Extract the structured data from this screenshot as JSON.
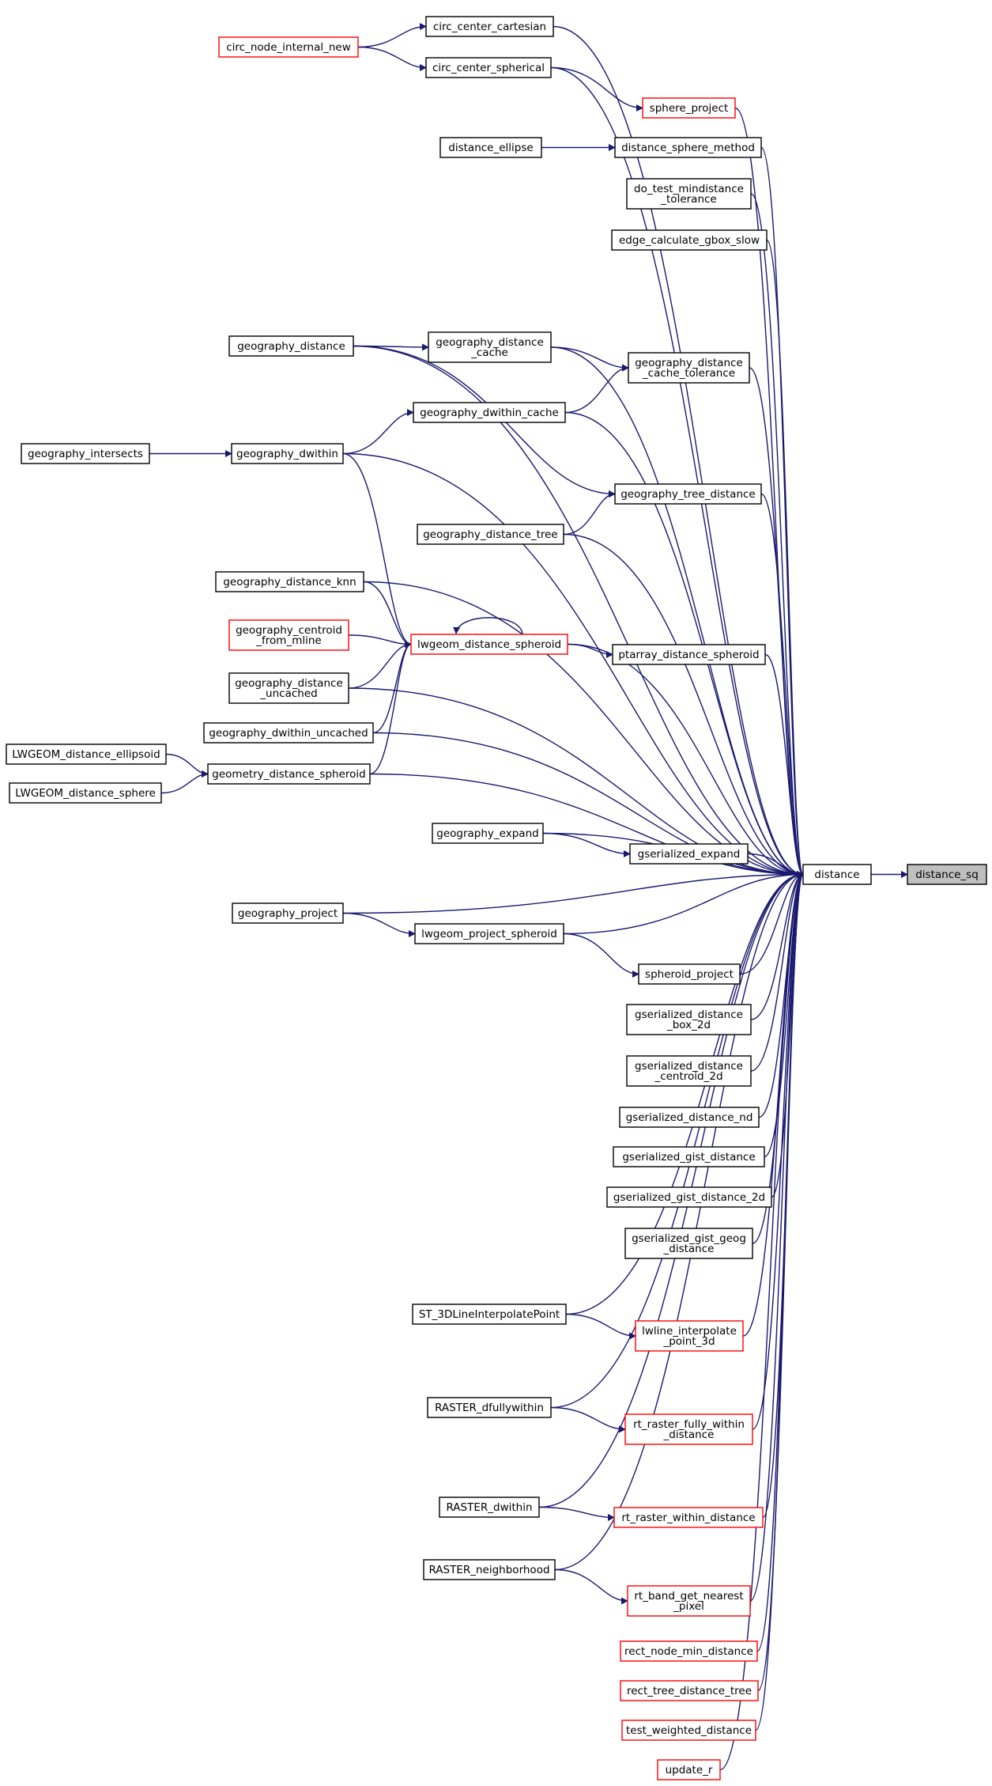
{
  "nodes": [
    {
      "id": "distance_sq",
      "lines": [
        "distance_sq"
      ],
      "style": "focus"
    },
    {
      "id": "distance",
      "lines": [
        "distance"
      ],
      "style": "normal"
    },
    {
      "id": "circ_center_cartesian",
      "lines": [
        "circ_center_cartesian"
      ],
      "style": "normal"
    },
    {
      "id": "circ_node_internal_new",
      "lines": [
        "circ_node_internal_new"
      ],
      "style": "red"
    },
    {
      "id": "circ_center_spherical",
      "lines": [
        "circ_center_spherical"
      ],
      "style": "normal"
    },
    {
      "id": "sphere_project",
      "lines": [
        "sphere_project"
      ],
      "style": "red"
    },
    {
      "id": "distance_ellipse",
      "lines": [
        "distance_ellipse"
      ],
      "style": "normal"
    },
    {
      "id": "distance_sphere_method",
      "lines": [
        "distance_sphere_method"
      ],
      "style": "normal"
    },
    {
      "id": "do_test_mindistance_tolerance",
      "lines": [
        "do_test_mindistance",
        "_tolerance"
      ],
      "style": "normal"
    },
    {
      "id": "edge_calculate_gbox_slow",
      "lines": [
        "edge_calculate_gbox_slow"
      ],
      "style": "normal"
    },
    {
      "id": "geography_distance",
      "lines": [
        "geography_distance"
      ],
      "style": "normal"
    },
    {
      "id": "geography_distance_cache",
      "lines": [
        "geography_distance",
        "_cache"
      ],
      "style": "normal"
    },
    {
      "id": "geography_distance_cache_tolerance",
      "lines": [
        "geography_distance",
        "_cache_tolerance"
      ],
      "style": "normal"
    },
    {
      "id": "geography_dwithin_cache",
      "lines": [
        "geography_dwithin_cache"
      ],
      "style": "normal"
    },
    {
      "id": "geography_intersects",
      "lines": [
        "geography_intersects"
      ],
      "style": "normal"
    },
    {
      "id": "geography_dwithin",
      "lines": [
        "geography_dwithin"
      ],
      "style": "normal"
    },
    {
      "id": "geography_tree_distance",
      "lines": [
        "geography_tree_distance"
      ],
      "style": "normal"
    },
    {
      "id": "geography_distance_tree",
      "lines": [
        "geography_distance_tree"
      ],
      "style": "normal"
    },
    {
      "id": "geography_distance_knn",
      "lines": [
        "geography_distance_knn"
      ],
      "style": "normal"
    },
    {
      "id": "geography_centroid_from_mline",
      "lines": [
        "geography_centroid",
        "_from_mline"
      ],
      "style": "red"
    },
    {
      "id": "lwgeom_distance_spheroid",
      "lines": [
        "lwgeom_distance_spheroid"
      ],
      "style": "red"
    },
    {
      "id": "ptarray_distance_spheroid",
      "lines": [
        "ptarray_distance_spheroid"
      ],
      "style": "normal"
    },
    {
      "id": "geography_distance_uncached",
      "lines": [
        "geography_distance",
        "_uncached"
      ],
      "style": "normal"
    },
    {
      "id": "geography_dwithin_uncached",
      "lines": [
        "geography_dwithin_uncached"
      ],
      "style": "normal"
    },
    {
      "id": "LWGEOM_distance_ellipsoid",
      "lines": [
        "LWGEOM_distance_ellipsoid"
      ],
      "style": "normal"
    },
    {
      "id": "geometry_distance_spheroid",
      "lines": [
        "geometry_distance_spheroid"
      ],
      "style": "normal"
    },
    {
      "id": "LWGEOM_distance_sphere",
      "lines": [
        "LWGEOM_distance_sphere"
      ],
      "style": "normal"
    },
    {
      "id": "geography_expand",
      "lines": [
        "geography_expand"
      ],
      "style": "normal"
    },
    {
      "id": "gserialized_expand",
      "lines": [
        "gserialized_expand"
      ],
      "style": "normal"
    },
    {
      "id": "geography_project",
      "lines": [
        "geography_project"
      ],
      "style": "normal"
    },
    {
      "id": "lwgeom_project_spheroid",
      "lines": [
        "lwgeom_project_spheroid"
      ],
      "style": "normal"
    },
    {
      "id": "spheroid_project",
      "lines": [
        "spheroid_project"
      ],
      "style": "normal"
    },
    {
      "id": "gserialized_distance_box_2d",
      "lines": [
        "gserialized_distance",
        "_box_2d"
      ],
      "style": "normal"
    },
    {
      "id": "gserialized_distance_centroid_2d",
      "lines": [
        "gserialized_distance",
        "_centroid_2d"
      ],
      "style": "normal"
    },
    {
      "id": "gserialized_distance_nd",
      "lines": [
        "gserialized_distance_nd"
      ],
      "style": "normal"
    },
    {
      "id": "gserialized_gist_distance",
      "lines": [
        "gserialized_gist_distance"
      ],
      "style": "normal"
    },
    {
      "id": "gserialized_gist_distance_2d",
      "lines": [
        "gserialized_gist_distance_2d"
      ],
      "style": "normal"
    },
    {
      "id": "gserialized_gist_geog_distance",
      "lines": [
        "gserialized_gist_geog",
        "_distance"
      ],
      "style": "normal"
    },
    {
      "id": "ST_3DLineInterpolatePoint",
      "lines": [
        "ST_3DLineInterpolatePoint"
      ],
      "style": "normal"
    },
    {
      "id": "lwline_interpolate_point_3d",
      "lines": [
        "lwline_interpolate",
        "_point_3d"
      ],
      "style": "red"
    },
    {
      "id": "RASTER_dfullywithin",
      "lines": [
        "RASTER_dfullywithin"
      ],
      "style": "normal"
    },
    {
      "id": "rt_raster_fully_within_distance",
      "lines": [
        "rt_raster_fully_within",
        "_distance"
      ],
      "style": "red"
    },
    {
      "id": "RASTER_dwithin",
      "lines": [
        "RASTER_dwithin"
      ],
      "style": "normal"
    },
    {
      "id": "rt_raster_within_distance",
      "lines": [
        "rt_raster_within_distance"
      ],
      "style": "red"
    },
    {
      "id": "RASTER_neighborhood",
      "lines": [
        "RASTER_neighborhood"
      ],
      "style": "normal"
    },
    {
      "id": "rt_band_get_nearest_pixel",
      "lines": [
        "rt_band_get_nearest",
        "_pixel"
      ],
      "style": "red"
    },
    {
      "id": "rect_node_min_distance",
      "lines": [
        "rect_node_min_distance"
      ],
      "style": "red"
    },
    {
      "id": "rect_tree_distance_tree",
      "lines": [
        "rect_tree_distance_tree"
      ],
      "style": "red"
    },
    {
      "id": "test_weighted_distance",
      "lines": [
        "test_weighted_distance"
      ],
      "style": "red"
    },
    {
      "id": "update_r",
      "lines": [
        "update_r"
      ],
      "style": "red"
    }
  ],
  "edges": [
    [
      "distance",
      "distance_sq"
    ],
    [
      "circ_center_cartesian",
      "distance"
    ],
    [
      "circ_node_internal_new",
      "circ_center_cartesian"
    ],
    [
      "circ_node_internal_new",
      "circ_center_spherical"
    ],
    [
      "circ_center_spherical",
      "distance"
    ],
    [
      "circ_center_spherical",
      "sphere_project"
    ],
    [
      "sphere_project",
      "distance"
    ],
    [
      "distance_ellipse",
      "distance_sphere_method"
    ],
    [
      "distance_sphere_method",
      "distance"
    ],
    [
      "do_test_mindistance_tolerance",
      "distance"
    ],
    [
      "edge_calculate_gbox_slow",
      "distance"
    ],
    [
      "geography_distance",
      "distance"
    ],
    [
      "geography_distance",
      "geography_distance_cache"
    ],
    [
      "geography_distance",
      "geography_tree_distance"
    ],
    [
      "geography_distance_cache",
      "distance"
    ],
    [
      "geography_distance_cache",
      "geography_distance_cache_tolerance"
    ],
    [
      "geography_distance_cache_tolerance",
      "distance"
    ],
    [
      "geography_dwithin_cache",
      "distance"
    ],
    [
      "geography_dwithin_cache",
      "geography_distance_cache_tolerance"
    ],
    [
      "geography_intersects",
      "geography_dwithin"
    ],
    [
      "geography_dwithin",
      "geography_dwithin_cache"
    ],
    [
      "geography_dwithin",
      "distance"
    ],
    [
      "geography_dwithin",
      "lwgeom_distance_spheroid"
    ],
    [
      "geography_tree_distance",
      "distance"
    ],
    [
      "geography_distance_tree",
      "distance"
    ],
    [
      "geography_distance_tree",
      "geography_tree_distance"
    ],
    [
      "geography_distance_knn",
      "distance"
    ],
    [
      "geography_distance_knn",
      "lwgeom_distance_spheroid"
    ],
    [
      "geography_centroid_from_mline",
      "lwgeom_distance_spheroid"
    ],
    [
      "lwgeom_distance_spheroid",
      "lwgeom_distance_spheroid"
    ],
    [
      "lwgeom_distance_spheroid",
      "distance"
    ],
    [
      "lwgeom_distance_spheroid",
      "ptarray_distance_spheroid"
    ],
    [
      "ptarray_distance_spheroid",
      "distance"
    ],
    [
      "geography_distance_uncached",
      "distance"
    ],
    [
      "geography_distance_uncached",
      "lwgeom_distance_spheroid"
    ],
    [
      "geography_dwithin_uncached",
      "distance"
    ],
    [
      "geography_dwithin_uncached",
      "lwgeom_distance_spheroid"
    ],
    [
      "LWGEOM_distance_ellipsoid",
      "geometry_distance_spheroid"
    ],
    [
      "LWGEOM_distance_sphere",
      "geometry_distance_spheroid"
    ],
    [
      "geometry_distance_spheroid",
      "distance"
    ],
    [
      "geometry_distance_spheroid",
      "lwgeom_distance_spheroid"
    ],
    [
      "geography_expand",
      "distance"
    ],
    [
      "geography_expand",
      "gserialized_expand"
    ],
    [
      "gserialized_expand",
      "distance"
    ],
    [
      "geography_project",
      "distance"
    ],
    [
      "geography_project",
      "lwgeom_project_spheroid"
    ],
    [
      "lwgeom_project_spheroid",
      "distance"
    ],
    [
      "lwgeom_project_spheroid",
      "spheroid_project"
    ],
    [
      "spheroid_project",
      "distance"
    ],
    [
      "gserialized_distance_box_2d",
      "distance"
    ],
    [
      "gserialized_distance_centroid_2d",
      "distance"
    ],
    [
      "gserialized_distance_nd",
      "distance"
    ],
    [
      "gserialized_gist_distance",
      "distance"
    ],
    [
      "gserialized_gist_distance_2d",
      "distance"
    ],
    [
      "gserialized_gist_geog_distance",
      "distance"
    ],
    [
      "ST_3DLineInterpolatePoint",
      "distance"
    ],
    [
      "ST_3DLineInterpolatePoint",
      "lwline_interpolate_point_3d"
    ],
    [
      "lwline_interpolate_point_3d",
      "distance"
    ],
    [
      "RASTER_dfullywithin",
      "distance"
    ],
    [
      "RASTER_dfullywithin",
      "rt_raster_fully_within_distance"
    ],
    [
      "rt_raster_fully_within_distance",
      "distance"
    ],
    [
      "RASTER_dwithin",
      "distance"
    ],
    [
      "RASTER_dwithin",
      "rt_raster_within_distance"
    ],
    [
      "rt_raster_within_distance",
      "distance"
    ],
    [
      "RASTER_neighborhood",
      "distance"
    ],
    [
      "RASTER_neighborhood",
      "rt_band_get_nearest_pixel"
    ],
    [
      "rt_band_get_nearest_pixel",
      "distance"
    ],
    [
      "rect_node_min_distance",
      "distance"
    ],
    [
      "rect_tree_distance_tree",
      "distance"
    ],
    [
      "test_weighted_distance",
      "distance"
    ],
    [
      "update_r",
      "distance"
    ]
  ]
}
